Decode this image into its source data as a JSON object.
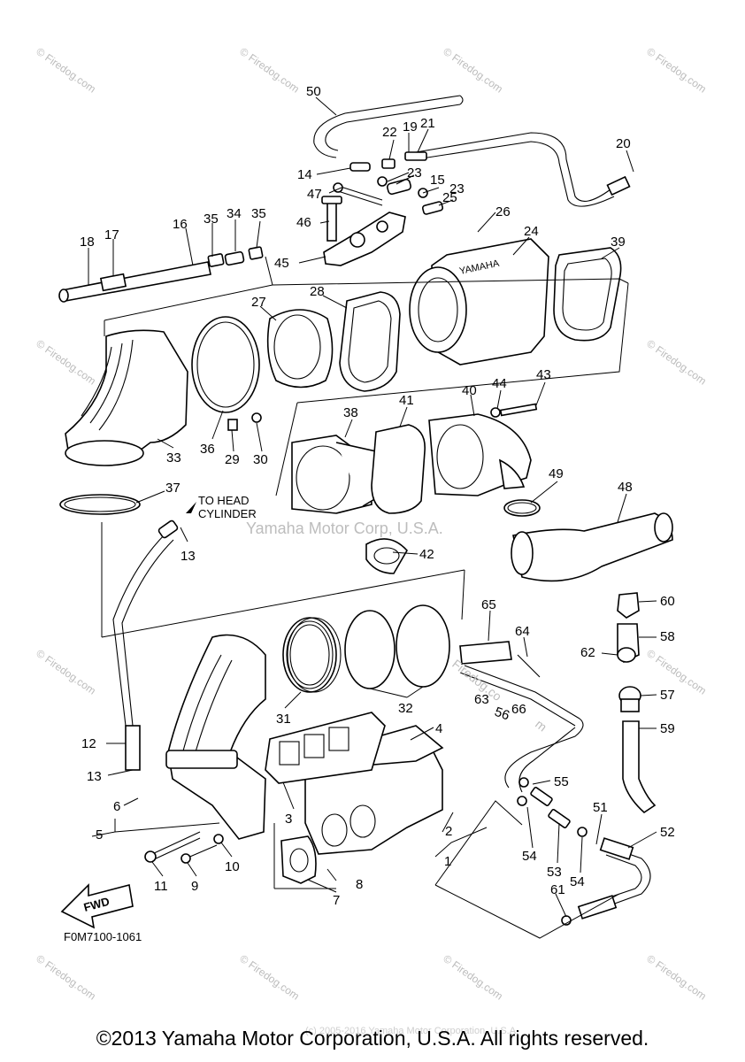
{
  "diagram": {
    "callouts": [
      "50",
      "22",
      "19",
      "21",
      "20",
      "14",
      "23",
      "15",
      "47",
      "23",
      "25",
      "16",
      "35",
      "34",
      "35",
      "46",
      "26",
      "24",
      "18",
      "17",
      "45",
      "39",
      "28",
      "27",
      "43",
      "44",
      "40",
      "41",
      "38",
      "36",
      "29",
      "30",
      "33",
      "49",
      "48",
      "37",
      "13",
      "42",
      "60",
      "65",
      "64",
      "58",
      "62",
      "57",
      "59",
      "31",
      "32",
      "63",
      "56",
      "66",
      "12",
      "4",
      "13",
      "6",
      "5",
      "3",
      "55",
      "51",
      "52",
      "54",
      "53",
      "54",
      "2",
      "1",
      "11",
      "9",
      "10",
      "8",
      "7",
      "61"
    ],
    "notes": {
      "to_head_line1": "TO HEAD",
      "to_head_line2": "CYLINDER",
      "fwd": "FWD",
      "part_code": "F0M7100-1061"
    },
    "watermarks": {
      "center": "Yamaha Motor Corp, U.S.A.",
      "site": "© Firedog.com",
      "diag1": "Firedog.co",
      "diag2": "m",
      "small": "(c) 2005-2016 Yamaha Motor Corporation, U.S.A."
    }
  },
  "footer": {
    "copyright": "©2013 Yamaha Motor Corporation, U.S.A. All rights reserved."
  }
}
